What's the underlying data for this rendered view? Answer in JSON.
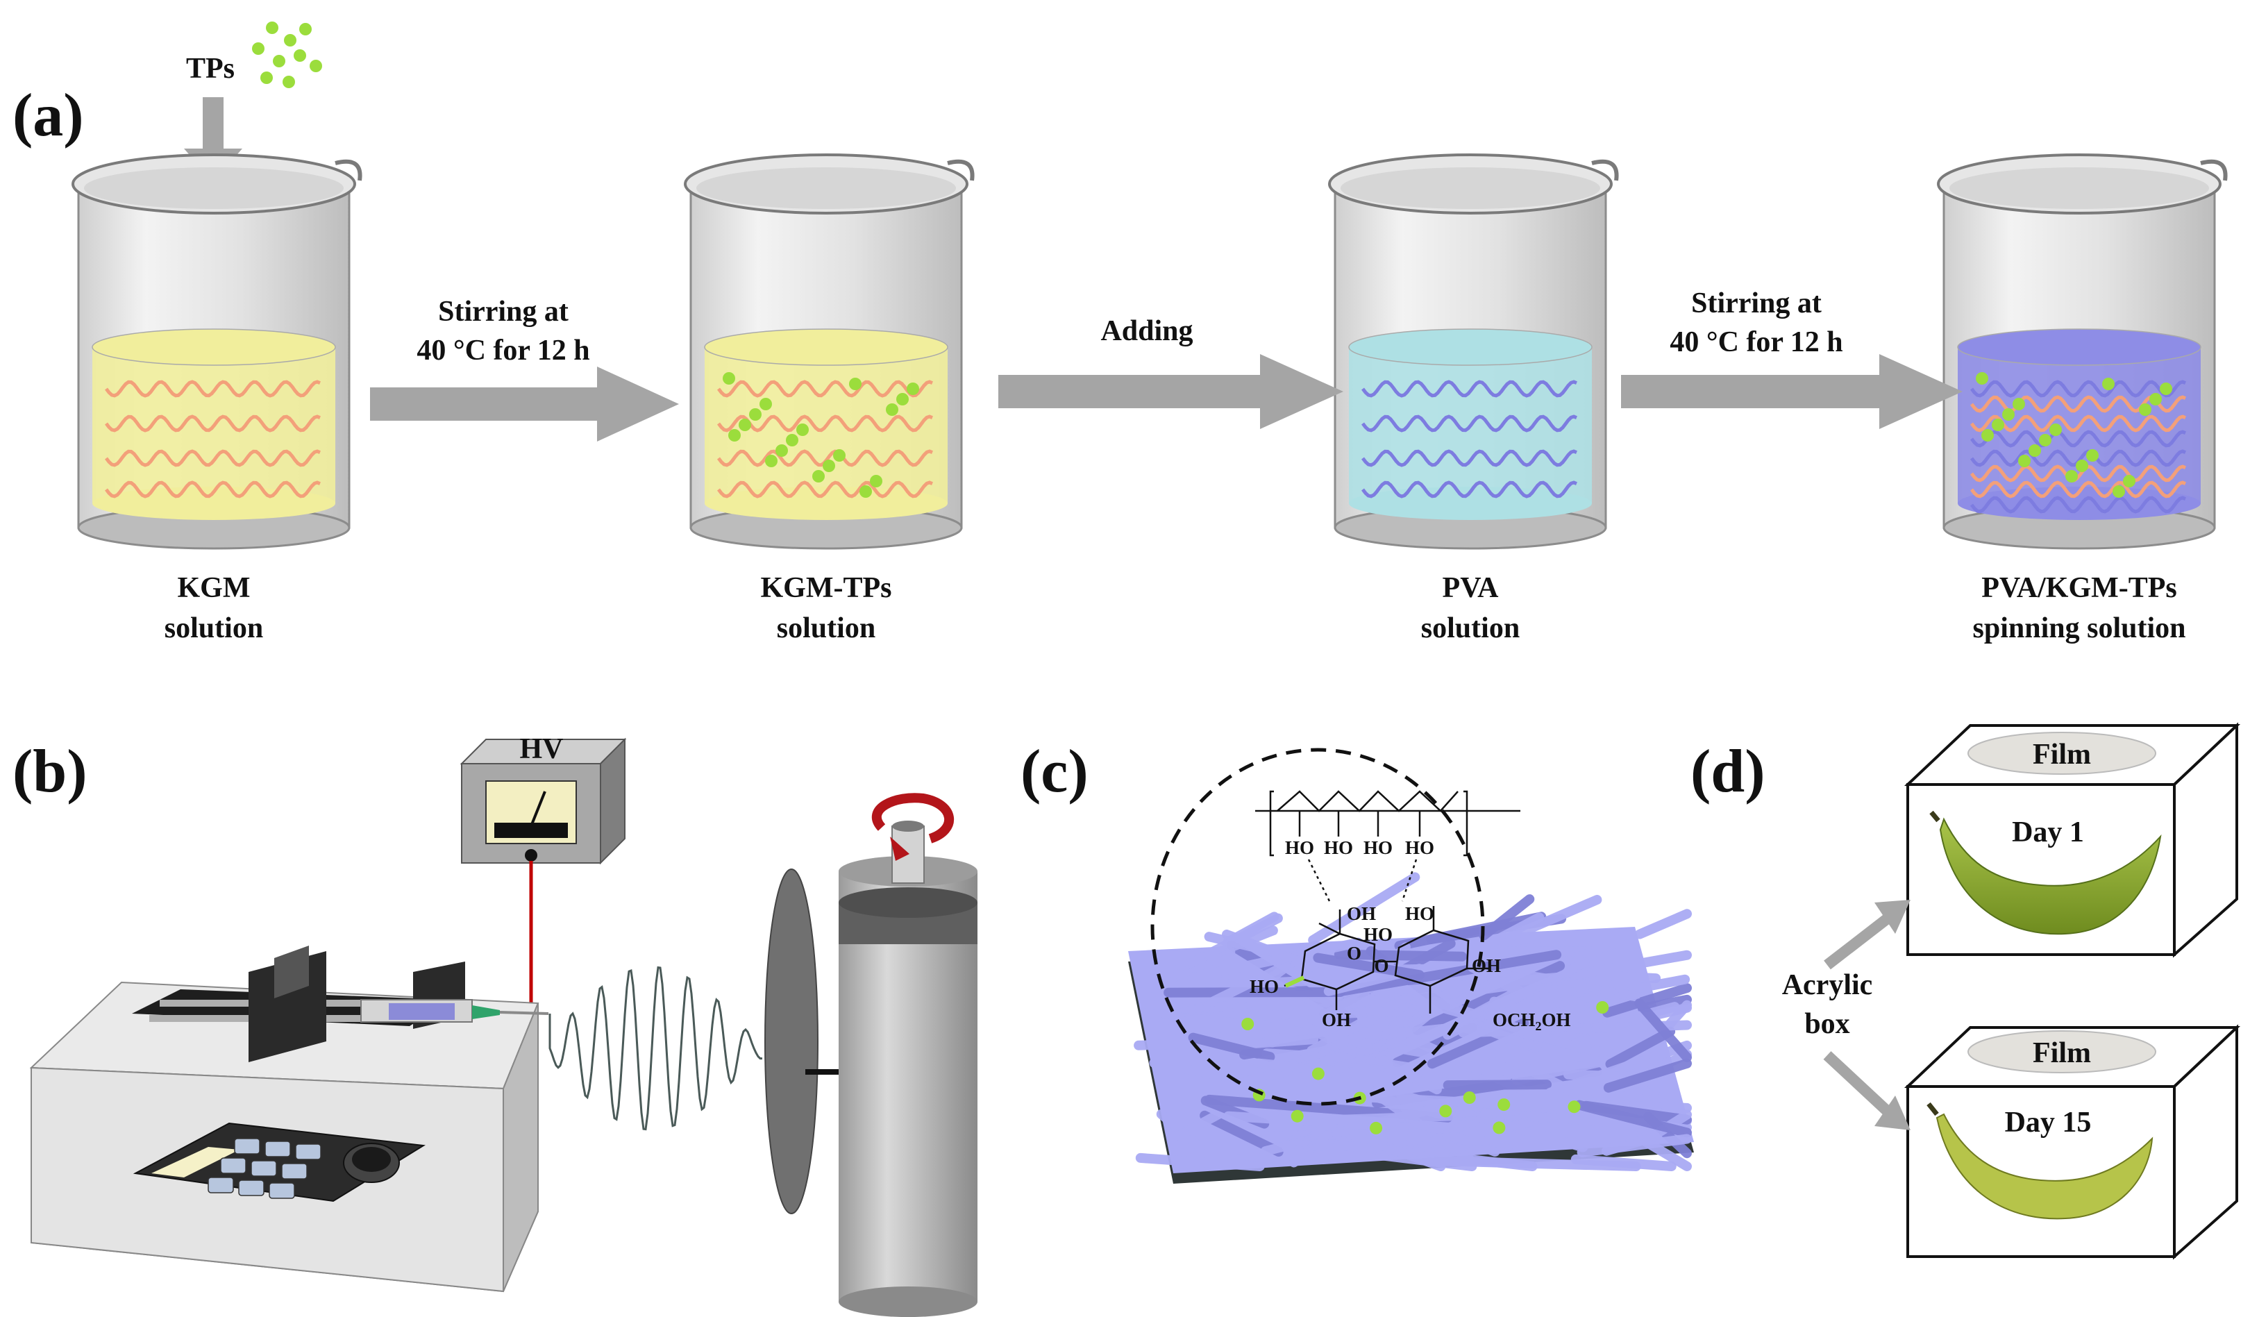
{
  "panels": {
    "a": {
      "letter": "(a)",
      "tps_label": "TPs",
      "beakers": [
        {
          "line1": "KGM",
          "line2": "solution"
        },
        {
          "line1": "KGM-TPs",
          "line2": "solution"
        },
        {
          "line1": "PVA",
          "line2": "solution"
        },
        {
          "line1": "PVA/KGM-TPs",
          "line2": "spinning solution"
        }
      ],
      "steps": [
        {
          "line1": "Stirring at",
          "line2": "40 °C for 12 h"
        },
        {
          "line1": "Adding",
          "line2": ""
        },
        {
          "line1": "Stirring at",
          "line2": "40 °C for 12 h"
        }
      ]
    },
    "b": {
      "letter": "(b)",
      "hv_label": "HV"
    },
    "c": {
      "letter": "(c)",
      "chem_labels": {
        "ho1": "HO",
        "ho2": "HO",
        "ho3": "HO",
        "ho4": "HO",
        "oh1": "OH",
        "ho5": "HO",
        "o1": "O",
        "ho6": "HO",
        "oh2": "OH",
        "o2": "O",
        "ho7": "HO",
        "oh3": "OH",
        "och": "OCH",
        "sub": "2",
        "ohEnd": "OH"
      }
    },
    "d": {
      "letter": "(d)",
      "box_label_1": "Acrylic",
      "box_label_2": "box",
      "boxes": [
        {
          "film": "Film",
          "day": "Day 1"
        },
        {
          "film": "Film",
          "day": "Day 15"
        }
      ]
    }
  },
  "colors": {
    "kgm_liquid": "#f1ee9c",
    "pva_liquid": "#aee0e4",
    "mix_liquid": "#8e8de6",
    "kgm_chain": "#f3a07a",
    "pva_chain": "#7d7ce0",
    "tps_dot": "#9bdd3c",
    "arrow_gray": "#a5a5a5",
    "fiber": "#a9aaf4",
    "banana": "#8fae2f"
  }
}
